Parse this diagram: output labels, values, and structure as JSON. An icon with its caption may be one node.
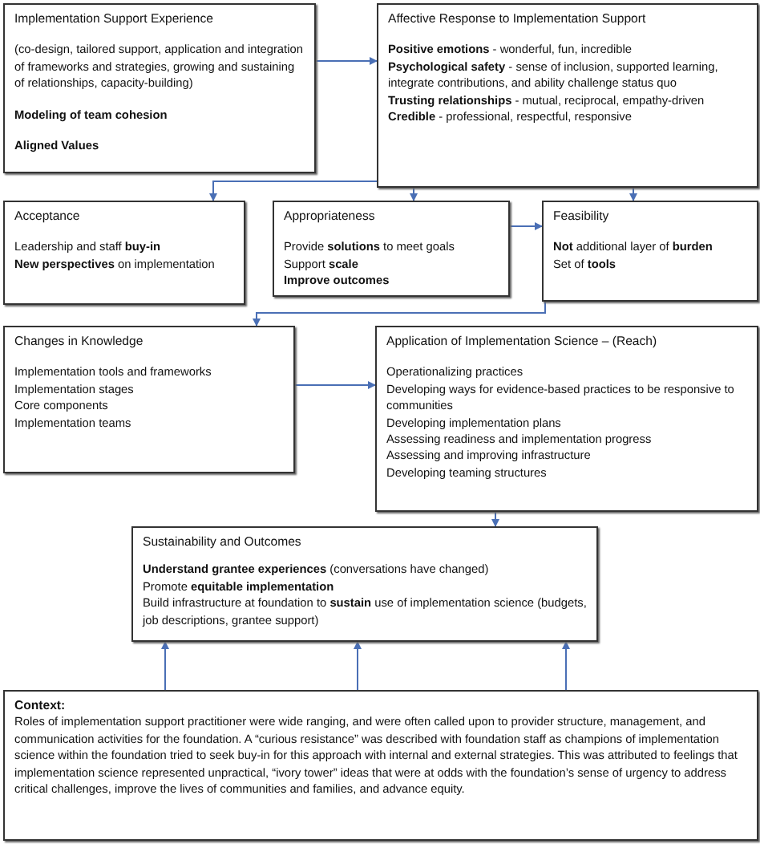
{
  "diagram": {
    "nodes": [
      {
        "text": [
          "Implementation Support Experience",
          "(co-design, tailored support, application and integration of frameworks and strategies, growing and sustaining of relationships, capacity-building)",
          "**Modeling of team cohesion**",
          "**Aligned Values**"
        ]
      },
      {
        "text": [
          "Affective Response to Implementation Support",
          "**Positive emotions** - wonderful, fun, incredible",
          "**Psychological safety** - sense of inclusion, supported learning, integrate contributions, and ability challenge status quo",
          "**Trusting relationships** - mutual, reciprocal, empathy-driven",
          "**Credible** - professional, respectful, responsive"
        ]
      },
      {
        "text": [
          "Acceptance",
          "Leadership and staff **buy-in**",
          "**New perspectives** on implementation"
        ]
      },
      {
        "text": [
          "Appropriateness",
          "Provide **solutions** to meet goals",
          "Support **scale**",
          "**Improve outcomes**"
        ]
      },
      {
        "text": [
          "Feasibility",
          "**Not** additional layer of **burden**",
          "Set of **tools**"
        ]
      },
      {
        "text": [
          "Changes in Knowledge",
          "Implementation tools and frameworks",
          "Implementation stages",
          "Core components",
          "Implementation teams"
        ]
      },
      {
        "text": [
          "Application of Implementation Science – (Reach)",
          "Operationalizing practices",
          "Developing ways for evidence-based practices to be responsive to communities",
          "Developing implementation plans",
          "Assessing readiness and implementation progress",
          "Assessing and improving infrastructure",
          "Developing teaming structures"
        ]
      },
      {
        "text": [
          "Sustainability and Outcomes",
          "**Understand grantee experiences** (conversations have changed)",
          "Promote **equitable implementation**",
          "Build infrastructure at foundation to **sustain** use of implementation science (budgets, job descriptions, grantee support)"
        ]
      },
      {
        "text": [
          "Context:",
          "Roles of implementation support practitioner were wide ranging, and were often called upon to provider structure, management, and communication activities for the foundation. A “curious resistance” was described with foundation staff as champions of implementation science within the foundation tried to seek buy-in for this approach with internal and external strategies. This was attributed to feelings that implementation science represented unpractical, “ivory tower” ideas that were at odds with the foundation’s sense of urgency to address critical challenges, improve the lives of communities and families, and advance equity."
        ]
      }
    ],
    "edges": [
      {
        "from": 0,
        "to": 1,
        "arrow": "to"
      },
      {
        "from": 1,
        "to": 2,
        "arrow": "to"
      },
      {
        "from": 1,
        "to": 3,
        "arrow": "to"
      },
      {
        "from": 1,
        "to": 4,
        "arrow": "to"
      },
      {
        "from": 3,
        "to": 4,
        "arrow": "to"
      },
      {
        "from": 4,
        "to": 5,
        "arrow": "to"
      },
      {
        "from": 5,
        "to": 6,
        "arrow": "to"
      },
      {
        "from": 6,
        "to": 7,
        "arrow": "to"
      },
      {
        "from": 8,
        "to": 7,
        "arrow": "to"
      },
      {
        "from": 8,
        "to": 7,
        "arrow": "to"
      },
      {
        "from": 8,
        "to": 7,
        "arrow": "to"
      }
    ]
  }
}
